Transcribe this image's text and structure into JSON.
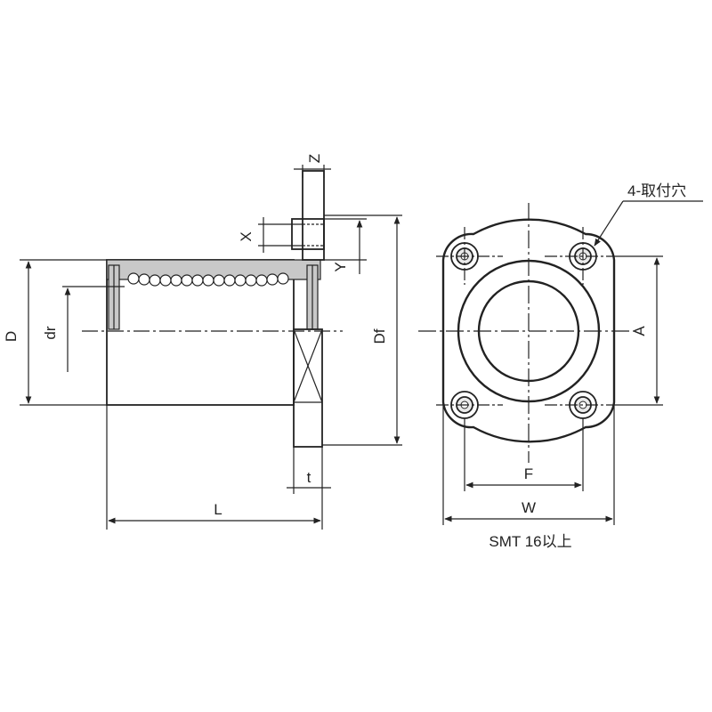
{
  "labels": {
    "D": "D",
    "dr": "dr",
    "L": "L",
    "t": "t",
    "Z": "Z",
    "X": "X",
    "Y": "Y",
    "Df": "Df",
    "A": "A",
    "F": "F",
    "W": "W",
    "holes": "4-取付穴",
    "caption": "SMT 16以上"
  }
}
